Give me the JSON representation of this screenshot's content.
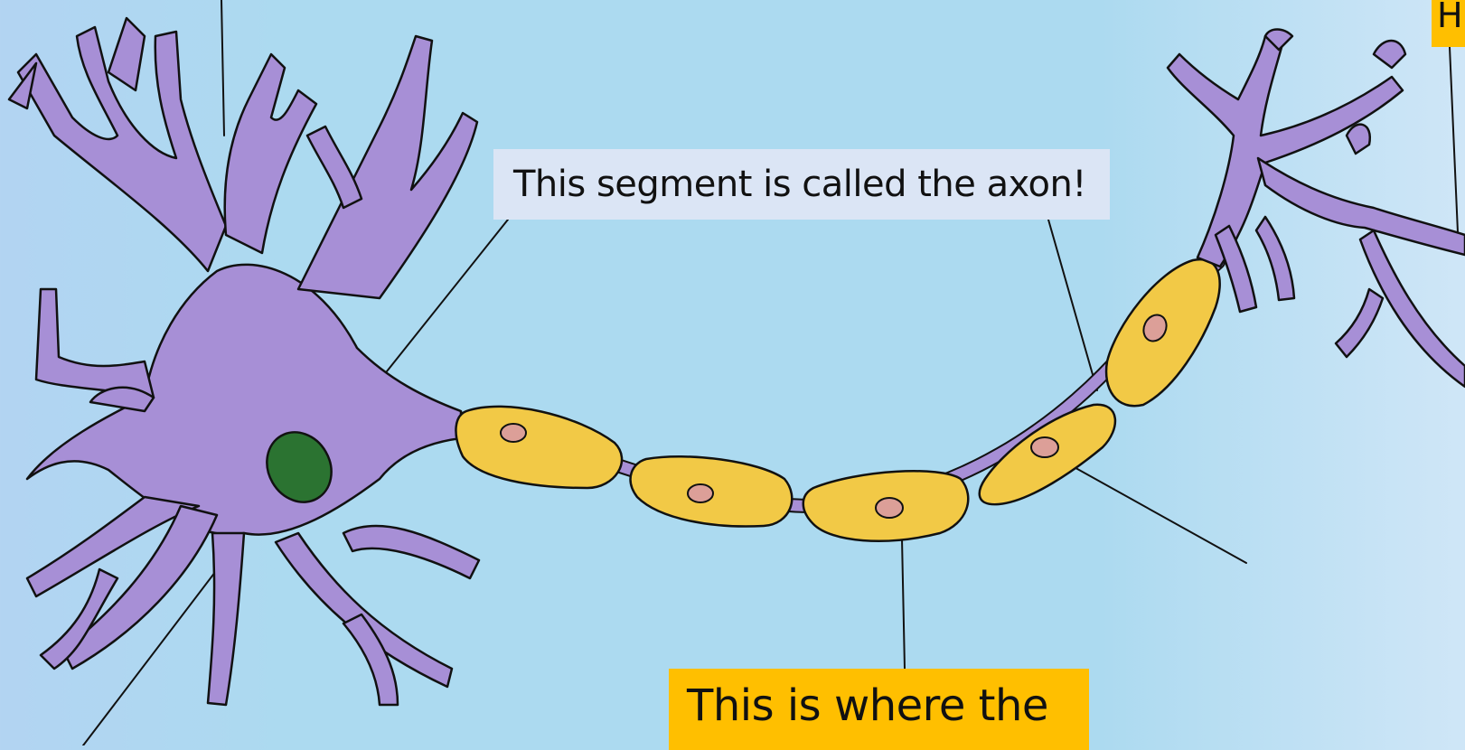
{
  "labels": {
    "axon_callout": "This segment is called the axon!",
    "terminal_callout": "This is where the",
    "corner_callout": "H"
  },
  "colors": {
    "cell_body": "#a78fd6",
    "nucleus": "#2b7331",
    "myelin_sheath": "#f2c946",
    "schwann_nucleus": "#dc9f98",
    "axon_callout_bg": "#dbe5f5",
    "highlight_callout_bg": "#ffbf00"
  }
}
